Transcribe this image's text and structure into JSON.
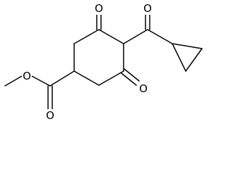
{
  "atoms": {
    "ester_single_o": "O",
    "ester_carbonyl_o": "O",
    "ring_top_ketone_o": "O",
    "acyl_ketone_o": "O",
    "ring_bottom_ketone_o": "O"
  },
  "colors": {
    "bond": "#000000",
    "label": "#000000",
    "background": "#ffffff"
  }
}
